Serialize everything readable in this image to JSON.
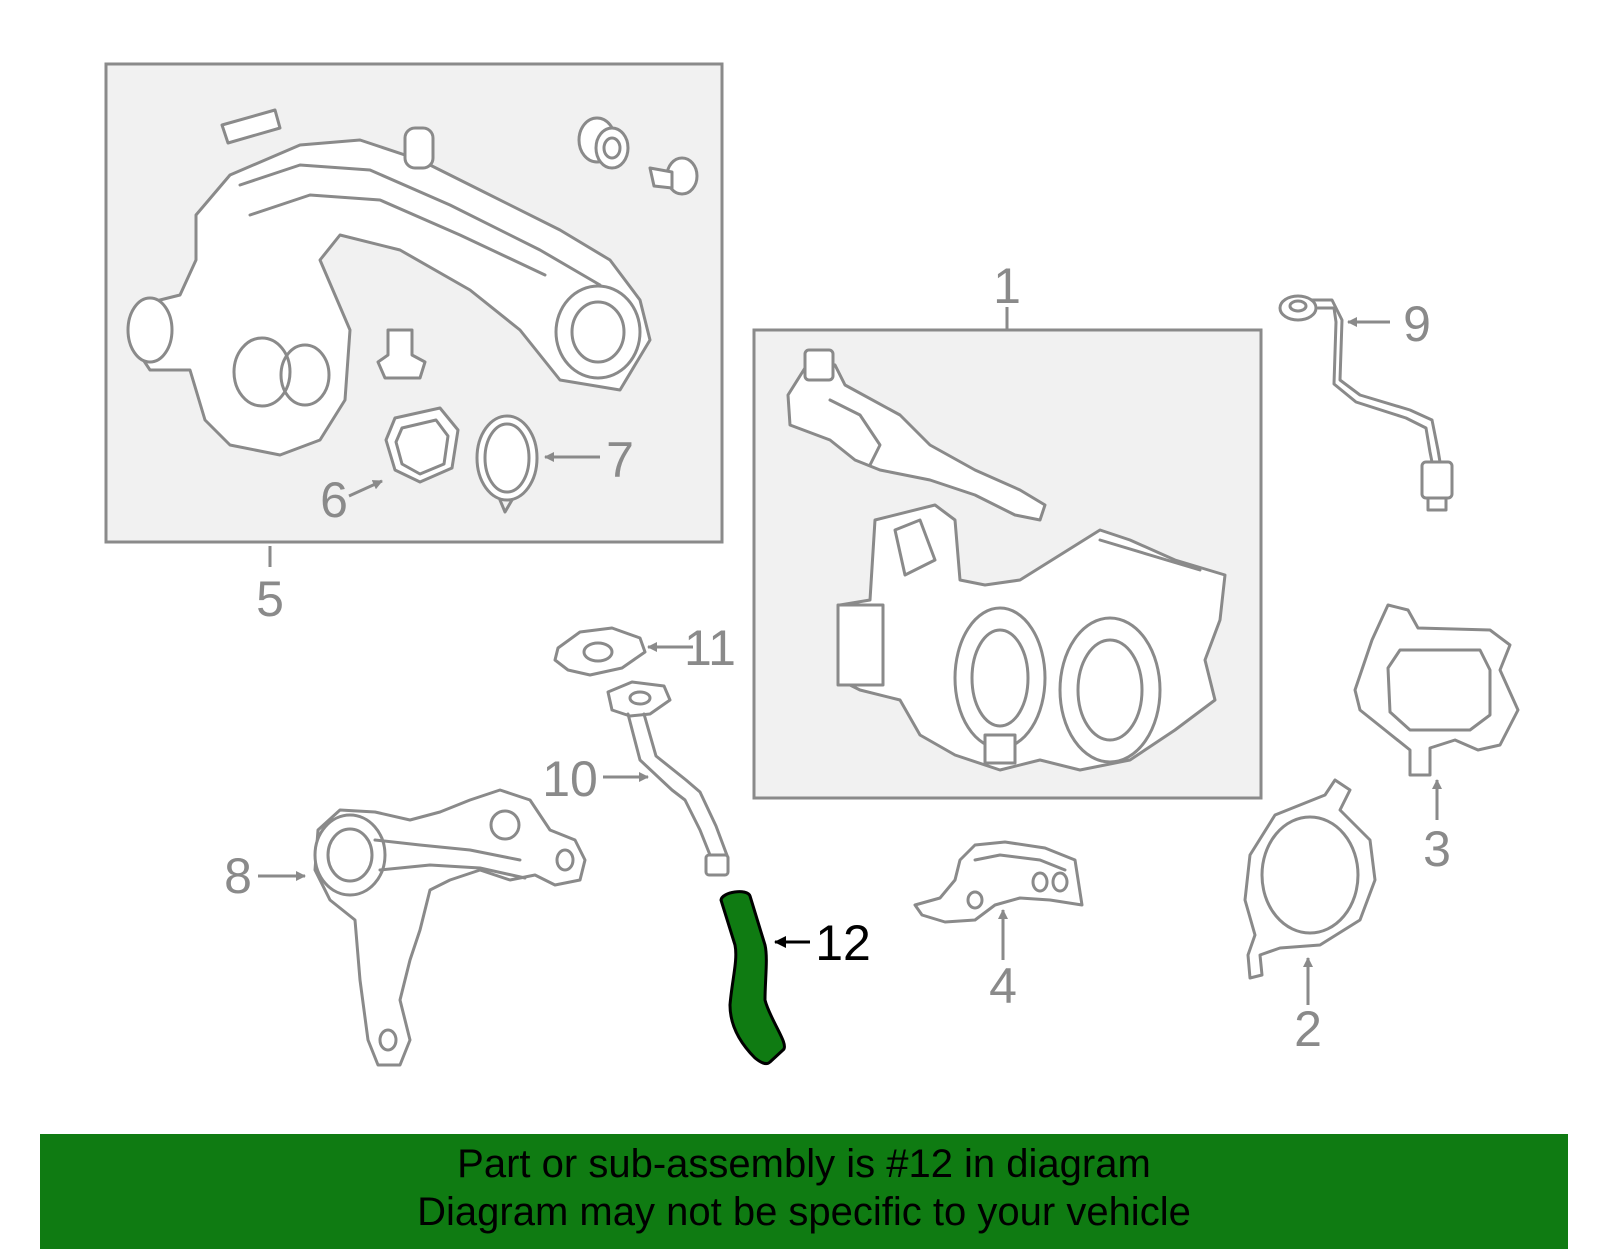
{
  "callouts": [
    "1",
    "2",
    "3",
    "4",
    "5",
    "6",
    "7",
    "8",
    "9",
    "10",
    "11",
    "12"
  ],
  "highlight_color": "#0f7b12",
  "highlighted_callout": "12",
  "banner": {
    "line1": "Part or sub-assembly is #12 in diagram",
    "line2": "Diagram may not be specific to your vehicle"
  }
}
